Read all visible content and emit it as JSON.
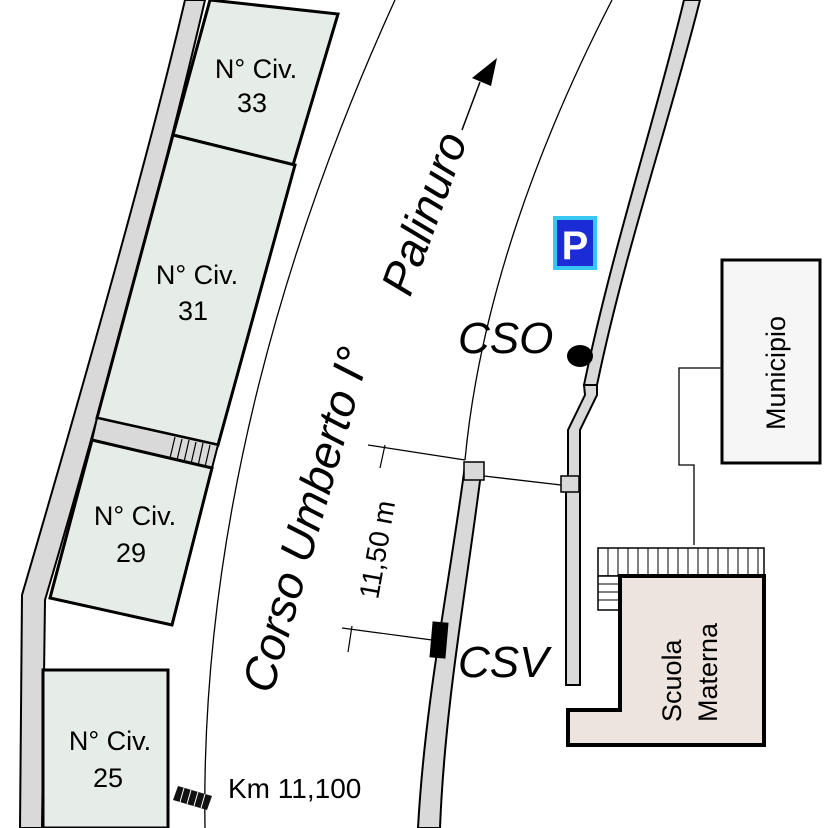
{
  "map": {
    "roads": {
      "main_road": "Corso Umberto I°",
      "direction": "Palinuro"
    },
    "buildings": [
      {
        "id": "civ33",
        "line1": "N° Civ.",
        "line2": "33"
      },
      {
        "id": "civ31",
        "line1": "N° Civ.",
        "line2": "31"
      },
      {
        "id": "civ29",
        "line1": "N° Civ.",
        "line2": "29"
      },
      {
        "id": "civ25",
        "line1": "N° Civ.",
        "line2": "25"
      }
    ],
    "municipio": "Municipio",
    "school": {
      "line1": "Scuola",
      "line2": "Materna"
    },
    "parking_symbol": "P",
    "sensors": {
      "cso": "CSO",
      "csv": "CSV"
    },
    "width_measure": "11,50 m",
    "km_marker": "Km 11,100",
    "colors": {
      "building_fill": "#e6ece8",
      "school_fill": "#ede4df",
      "municipio_fill": "#f6f6f6",
      "sidewalk_fill": "#d9d9d9",
      "parking_blue": "#1b2bd6",
      "parking_frame": "#38c6f2"
    }
  }
}
